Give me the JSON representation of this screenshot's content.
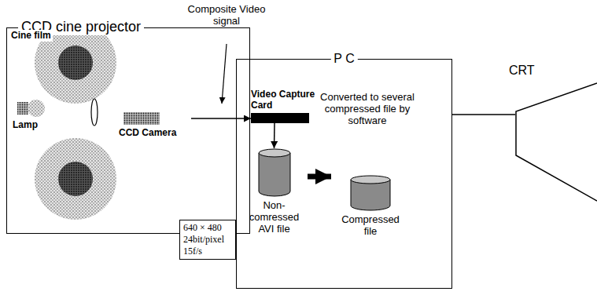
{
  "diagram": {
    "nodes": [
      {
        "text": [
          "CCD cine projector"
        ]
      },
      {
        "text": [
          "CCD Camera"
        ],
        "in": 0
      },
      {
        "text": [
          "P C"
        ]
      },
      {
        "text": [
          "Video Capture Card"
        ],
        "in": 2
      },
      {
        "text": [
          "Non-comressed AVI file"
        ],
        "in": 2
      },
      {
        "text": [
          "Compressed file"
        ],
        "in": 2
      },
      {
        "text": [
          "CRT"
        ]
      },
      {
        "text": [
          "640 × 480",
          "24bit/pixel",
          "15f/s"
        ]
      }
    ],
    "edges": [
      {
        "from": 1,
        "to": 3,
        "arrow": "to"
      },
      {
        "from": 3,
        "to": 4,
        "arrow": "to"
      },
      {
        "from": 4,
        "to": 5,
        "arrow": "to"
      },
      {
        "from": 2,
        "to": 6,
        "arrow": "none"
      }
    ],
    "labels": [
      "Cine film",
      "Lamp",
      "Composite Video signal",
      "Converted to several compressed file by software"
    ]
  }
}
